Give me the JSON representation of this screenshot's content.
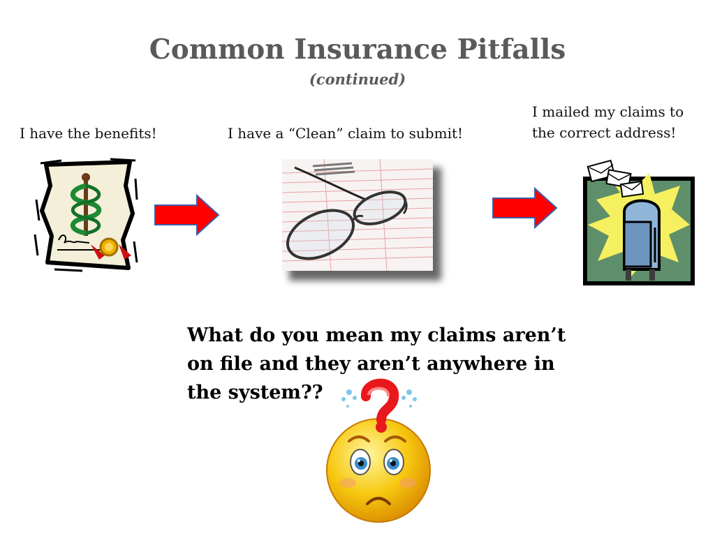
{
  "slide": {
    "title": "Common Insurance Pitfalls",
    "subtitle": "(continued)"
  },
  "steps": [
    {
      "caption": "I have the benefits!",
      "icon": "certificate-icon"
    },
    {
      "caption": "I have a “Clean” claim to submit!",
      "icon": "claim-form-glasses-icon"
    },
    {
      "caption_line1": "I mailed my claims to",
      "caption_line2": "the correct address!",
      "icon": "mailbox-icon"
    }
  ],
  "question": {
    "line1": "What do you mean my claims aren’t",
    "line2": "on file and they aren’t anywhere in",
    "line3": "the system??"
  },
  "colors": {
    "title": "#5a5a5a",
    "arrow": "#ff0000",
    "arrow_outline": "#3a5fa8",
    "smiley": "#f7c810"
  }
}
